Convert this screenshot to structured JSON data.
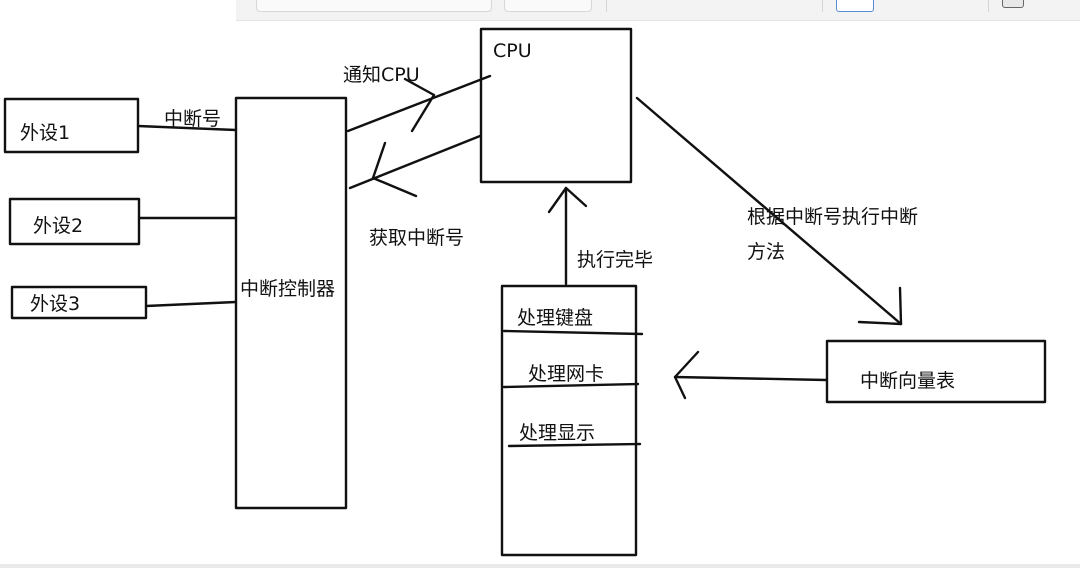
{
  "nodes": {
    "device1": "外设1",
    "device2": "外设2",
    "device3": "外设3",
    "controller": "中断控制器",
    "cpu": "CPU",
    "vector_table": "中断向量表",
    "handlers": [
      "处理键盘",
      "处理网卡",
      "处理显示"
    ]
  },
  "edges": {
    "interrupt_number": "中断号",
    "notify_cpu": "通知CPU",
    "get_interrupt_number": "获取中断号",
    "execution_complete": "执行完毕",
    "execute_by_number_line1": "根据中断号执行中断",
    "execute_by_number_line2": "方法"
  }
}
